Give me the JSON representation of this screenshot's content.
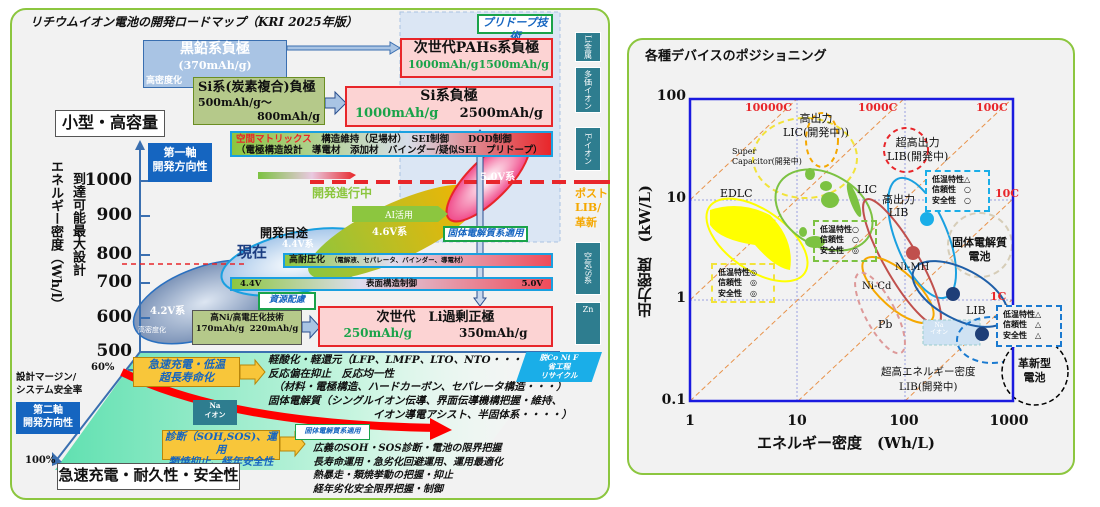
{
  "roadmap": {
    "title": "リチウムイオン電池の開発ロードマップ（KRI 2025年版）",
    "predope": "プリドープ技術",
    "graphite": {
      "name": "黒鉛系負極",
      "cap": "(370mAh/g)",
      "note": "高密度化"
    },
    "pahs": {
      "name": "次世代PAHs系負極",
      "v1": "1000mAh/g",
      "v2": "1500mAh/g"
    },
    "si_c": {
      "name": "Si系(炭素複合)負極",
      "v1": "500mAh/g～",
      "v2": "800mAh/g"
    },
    "si": {
      "name": "Si系負極",
      "v1": "1000mAh/g",
      "v2": "2500mAh/g"
    },
    "small_high": "小型・高容量",
    "matrix": {
      "l1a": "空間マトリックス",
      "l1b": "構造維持（足場材）　SEI制御　　DOD制御",
      "l2": "（電極構造設計　導電材　添加材　バインダー/疑似SEI　プリドープ）"
    },
    "axis1": "第一軸\n開発方向性",
    "yaxis_label": "エネルギー密度（Wh/l）",
    "yaxis_label2": "到達可能最大設計",
    "yticks": [
      "1000",
      "900",
      "800",
      "700",
      "600",
      "500"
    ],
    "in_progress": "開発進行中",
    "v50": "5.0V系",
    "v46": "4.6V系",
    "v44": "4.4V系",
    "v42": "4.2V系",
    "ai": "AI活用",
    "solid_apply": "固体電解質系適用",
    "target": "開発目途",
    "now": "現在",
    "high_voltage": {
      "name": "高耐圧化",
      "detail": "（電解液、セパレータ、バインダー、導電材）"
    },
    "surface": {
      "left": "4.4V",
      "name": "表面構造制御",
      "right": "5.0V"
    },
    "resource": "資源配慮",
    "density": "高密度化",
    "highni": {
      "name": "高Ni/高電圧化技術",
      "v1": "170mAh/g",
      "v2": "220mAh/g"
    },
    "lirich": {
      "name": "次世代　Li過剰正極",
      "v1": "250mAh/g",
      "v2": "350mAh/g"
    },
    "post": [
      "Li金属",
      "多価イオン",
      "F-イオン",
      "空気/S系",
      "Zn"
    ],
    "post_label": "ポスト\nLIB/\n革新",
    "margin": "設計マージン/\nシステム安全率",
    "p60": "60%",
    "p100": "100%",
    "axis2": "第二軸\n開発方向性",
    "fast": "急速充電・低温\n超長寿命化",
    "fast_list": [
      "軽酸化・軽還元（LFP、LMFP、LTO、NTO・・・・",
      "反応偏在抑止　反応均一性",
      "　（材料・電極構造、ハードカーボン、セパレータ構造・・・）",
      "固体電解質（シングルイオン伝導、界面伝導機構把握・維持、",
      "　　　　　　　　　　イオン導電アシスト、半固体系・・・・）"
    ],
    "recycle": "脱Co Ni F\n省工程\nリサイクル",
    "na": "Na\nイオン",
    "solid_apply2": "固体電解質系適用",
    "diag": "診断（SOH,SOS)、運用\n類焼抑止、経年安全性",
    "diag_list": [
      "広義のSOH・SOS診断・電池の限界把握",
      "長寿命運用・急劣化回避運用、運用最適化",
      "熱暴走・類焼挙動の把握・抑止",
      "経年劣化安全限界把握・制御"
    ],
    "bottom": "急速充電・耐久性・安全性"
  },
  "positioning": {
    "title": "各種デバイスのポジショニング",
    "chart_data": {
      "type": "scatter",
      "xlabel": "エネルギー密度　(Wh/L)",
      "ylabel": "出力密度　(kW/L)",
      "xticks": [
        "1",
        "10",
        "100",
        "1000"
      ],
      "yticks": [
        "100",
        "10",
        "1",
        "0.1"
      ],
      "xlim": [
        1,
        1000
      ],
      "ylim": [
        0.1,
        100
      ],
      "scale": "log-log",
      "c_rate_lines": [
        "10000C",
        "1000C",
        "100C",
        "10C",
        "1C"
      ],
      "devices": [
        "EDLC",
        "Super\nCapacitor(開発中)",
        "高出力\nLIC(開発中))",
        "LIC",
        "超高出力\nLIB(開発中)",
        "高出力\nLIB",
        "固体電解質\n電池",
        "Ni-MH",
        "Ni-Cd",
        "Pb",
        "LIB",
        "超高エネルギー密度\nLIB(開発中)",
        "革新型\n電池"
      ],
      "na_ion": "Na\nイオン",
      "ratings": [
        {
          "device": "EDLC",
          "lines": [
            "低温特性◎",
            "信頼性　◎",
            "安全性　◎"
          ]
        },
        {
          "device": "LIC",
          "lines": [
            "低温特性○",
            "信頼性　○",
            "安全性　◎"
          ]
        },
        {
          "device": "高出力LIB",
          "lines": [
            "低温特性△",
            "信頼性　○",
            "安全性　○"
          ]
        },
        {
          "device": "LIB",
          "lines": [
            "低温特性△",
            "信頼性　△",
            "安全性　△"
          ]
        }
      ]
    }
  }
}
